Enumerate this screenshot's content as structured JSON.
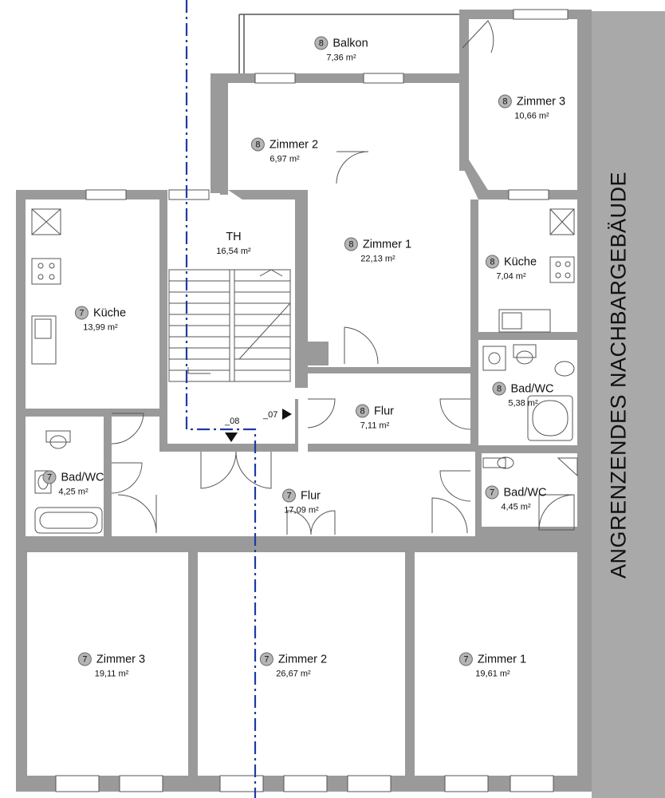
{
  "neighbor_label": "ANGRENZENDES NACHBARGEBÄUDE",
  "markers": {
    "m07": "_07",
    "m08": "_08"
  },
  "rooms": [
    {
      "key": "balkon",
      "floor": "8",
      "name": "Balkon",
      "area": "7,36 m²"
    },
    {
      "key": "z3top",
      "floor": "8",
      "name": "Zimmer 3",
      "area": "10,66 m²"
    },
    {
      "key": "z2top",
      "floor": "8",
      "name": "Zimmer 2",
      "area": "6,97 m²"
    },
    {
      "key": "th",
      "floor": "",
      "name": "TH",
      "area": "16,54 m²"
    },
    {
      "key": "z1top",
      "floor": "8",
      "name": "Zimmer 1",
      "area": "22,13 m²"
    },
    {
      "key": "kuecheR",
      "floor": "8",
      "name": "Küche",
      "area": "7,04 m²"
    },
    {
      "key": "kuecheL",
      "floor": "7",
      "name": "Küche",
      "area": "13,99 m²"
    },
    {
      "key": "badR8",
      "floor": "8",
      "name": "Bad/WC",
      "area": "5,38 m²"
    },
    {
      "key": "flur8",
      "floor": "8",
      "name": "Flur",
      "area": "7,11 m²"
    },
    {
      "key": "badL7",
      "floor": "7",
      "name": "Bad/WC",
      "area": "4,25 m²"
    },
    {
      "key": "flur7",
      "floor": "7",
      "name": "Flur",
      "area": "17,09 m²"
    },
    {
      "key": "badR7",
      "floor": "7",
      "name": "Bad/WC",
      "area": "4,45 m²"
    },
    {
      "key": "z3bot",
      "floor": "7",
      "name": "Zimmer 3",
      "area": "19,11 m²"
    },
    {
      "key": "z2bot",
      "floor": "7",
      "name": "Zimmer 2",
      "area": "26,67 m²"
    },
    {
      "key": "z1bot",
      "floor": "7",
      "name": "Zimmer 1",
      "area": "19,61 m²"
    }
  ]
}
